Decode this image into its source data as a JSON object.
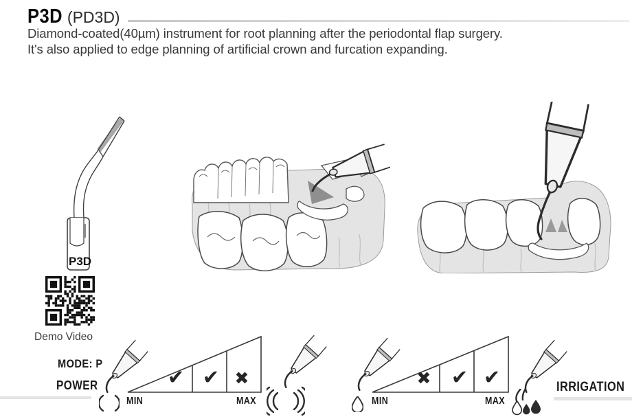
{
  "header": {
    "title": "P3D",
    "title_alt": "(PD3D)",
    "description_line1": "Diamond-coated(40µm) instrument for root planning after the periodontal flap surgery.",
    "description_line2": "It's also applied to edge planning of artificial crown and furcation expanding."
  },
  "tip_figure": {
    "label": "P3D"
  },
  "qr": {
    "caption": "Demo Video"
  },
  "mode": {
    "label": "MODE: P"
  },
  "power_scale": {
    "label": "POWER",
    "min": "MIN",
    "max": "MAX",
    "marks": [
      "✔",
      "✔",
      "✖"
    ]
  },
  "irrigation_scale": {
    "label": "IRRIGATION",
    "min": "MIN",
    "max": "MAX",
    "marks": [
      "✖",
      "✔",
      "✔"
    ]
  },
  "colors": {
    "heading": "#0c0c0c",
    "body_text": "#3a3a3a",
    "outline": "#2c2c2c",
    "rule_gray": "#d9d9d9",
    "gum_gray": "#e4e4e4",
    "cone_fill": "#f6f6f6",
    "cone_band": "#bdbdbd"
  }
}
